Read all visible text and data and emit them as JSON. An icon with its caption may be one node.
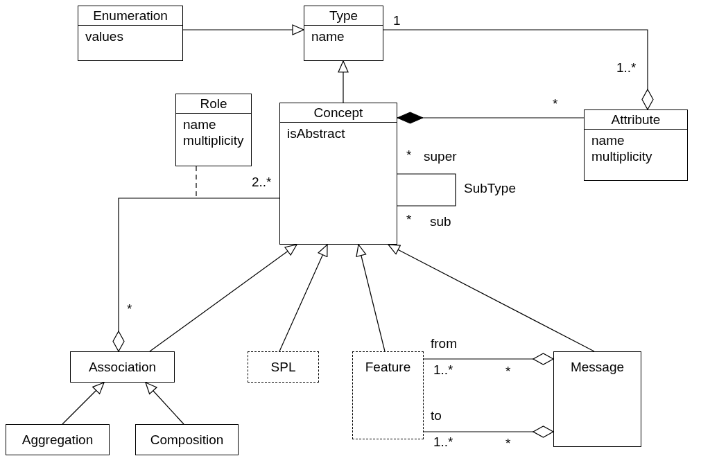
{
  "diagram": {
    "nodes": [
      {
        "text": [
          "Enumeration",
          "values"
        ]
      },
      {
        "text": [
          "Type",
          "name"
        ]
      },
      {
        "text": [
          "Role",
          "name multiplicity"
        ]
      },
      {
        "text": [
          "Concept",
          "isAbstract"
        ]
      },
      {
        "text": [
          "Attribute",
          "name multiplicity"
        ]
      },
      {
        "text": [
          "Association"
        ]
      },
      {
        "text": [
          "SPL"
        ]
      },
      {
        "text": [
          "Feature"
        ]
      },
      {
        "text": [
          "Message"
        ]
      },
      {
        "text": [
          "Aggregation"
        ]
      },
      {
        "text": [
          "Composition"
        ]
      }
    ],
    "edges": [
      {
        "from": 0,
        "to": 1,
        "arrow": "to"
      },
      {
        "from": 1,
        "to": 4,
        "arrow": "other"
      },
      {
        "from": 3,
        "to": 1,
        "arrow": "to"
      },
      {
        "from": 4,
        "to": 3,
        "arrow": "other"
      },
      {
        "from": 3,
        "to": 3,
        "arrow": "none",
        "label": "SubType"
      },
      {
        "from": 3,
        "to": 5,
        "arrow": "other"
      },
      {
        "from": 2,
        "to": null,
        "arrow": "none",
        "style": "dashed"
      },
      {
        "from": 5,
        "to": 3,
        "arrow": "to"
      },
      {
        "from": 6,
        "to": 3,
        "arrow": "to"
      },
      {
        "from": 7,
        "to": 3,
        "arrow": "to"
      },
      {
        "from": 8,
        "to": 3,
        "arrow": "to"
      },
      {
        "from": 7,
        "to": 8,
        "arrow": "other",
        "label": "from"
      },
      {
        "from": 7,
        "to": 8,
        "arrow": "other",
        "label": "to"
      },
      {
        "from": 9,
        "to": 5,
        "arrow": "to"
      },
      {
        "from": 10,
        "to": 5,
        "arrow": "to"
      }
    ],
    "labels": [
      "1",
      "1..*",
      "*",
      "2..*",
      "*",
      "super",
      "*",
      "sub",
      "*",
      "1..*",
      "*",
      "1..*",
      "*"
    ]
  }
}
